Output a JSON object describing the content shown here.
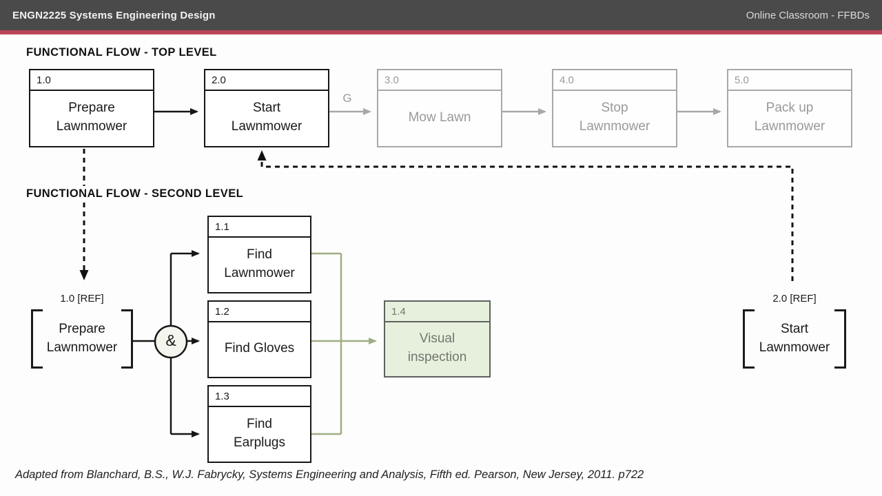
{
  "header": {
    "title": "ENGN2225 Systems Engineering Design",
    "right": "Online Classroom - FFBDs"
  },
  "top_level": {
    "heading": "FUNCTIONAL FLOW - TOP LEVEL",
    "gate_output_label": "G",
    "boxes": [
      {
        "id": "1.0",
        "label": "Prepare\nLawnmower",
        "state": "active"
      },
      {
        "id": "2.0",
        "label": "Start\nLawnmower",
        "state": "active"
      },
      {
        "id": "3.0",
        "label": "Mow Lawn",
        "state": "inactive"
      },
      {
        "id": "4.0",
        "label": "Stop\nLawnmower",
        "state": "inactive"
      },
      {
        "id": "5.0",
        "label": "Pack up\nLawnmower",
        "state": "inactive"
      }
    ]
  },
  "second_level": {
    "heading": "FUNCTIONAL FLOW - SECOND LEVEL",
    "gate_label": "&",
    "ref_left": {
      "id": "1.0 [REF]",
      "label": "Prepare\nLawnmower"
    },
    "ref_right": {
      "id": "2.0 [REF]",
      "label": "Start\nLawnmower"
    },
    "boxes": [
      {
        "id": "1.1",
        "label": "Find\nLawnmower",
        "state": "active"
      },
      {
        "id": "1.2",
        "label": "Find Gloves",
        "state": "active"
      },
      {
        "id": "1.3",
        "label": "Find\nEarplugs",
        "state": "active"
      },
      {
        "id": "1.4",
        "label": "Visual\ninspection",
        "state": "highlight"
      }
    ]
  },
  "footer": {
    "citation": "Adapted from Blanchard, B.S., W.J. Fabrycky, Systems Engineering and Analysis, Fifth ed. Pearson, New Jersey, 2011. p722"
  },
  "colors": {
    "header_bg": "#4b4a4b",
    "accent_red": "#bb4459",
    "active_black": "#161616",
    "inactive_gray": "#a8a8a8",
    "green_line": "#9dae83",
    "green_fill": "#e7f0dd"
  }
}
